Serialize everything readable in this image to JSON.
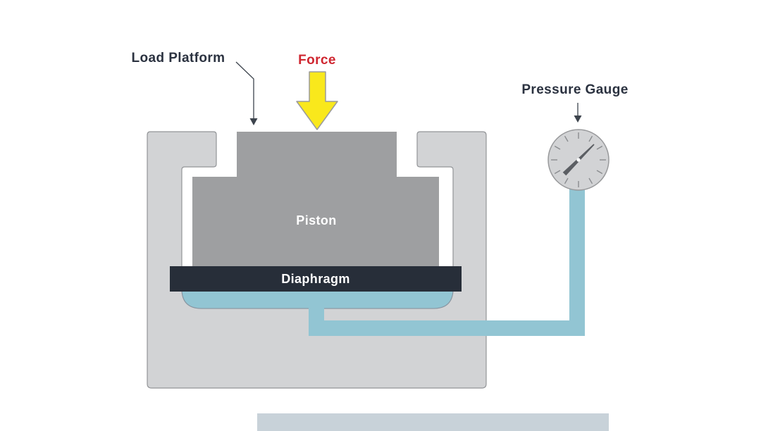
{
  "labels": {
    "load_platform": "Load Platform",
    "force": "Force",
    "piston": "Piston",
    "diaphragm": "Diaphragm",
    "pressure_gauge": "Pressure Gauge"
  },
  "colors": {
    "background": "#ffffff",
    "housing_fill": "#d2d3d5",
    "housing_stroke": "#939598",
    "piston_fill": "#9e9fa1",
    "diaphragm_fill": "#272e39",
    "hydraulic_blue": "#92c5d3",
    "fluid_stroke": "#8794a1",
    "force_arrow_fill": "#f9e81c",
    "force_arrow_stroke": "#9b9b9b",
    "gauge_face_fill": "#d2d3d5",
    "gauge_stroke": "#98999b",
    "gauge_tick": "#8a8c8f",
    "gauge_needle": "#5b5e63",
    "gauge_hub": "#ffffff",
    "leader_line": "#3d444d",
    "label_text": "#2b3240",
    "force_text": "#cf2630",
    "component_label_text": "#ffffff",
    "bottom_surface_fill": "#c8d2d9"
  }
}
